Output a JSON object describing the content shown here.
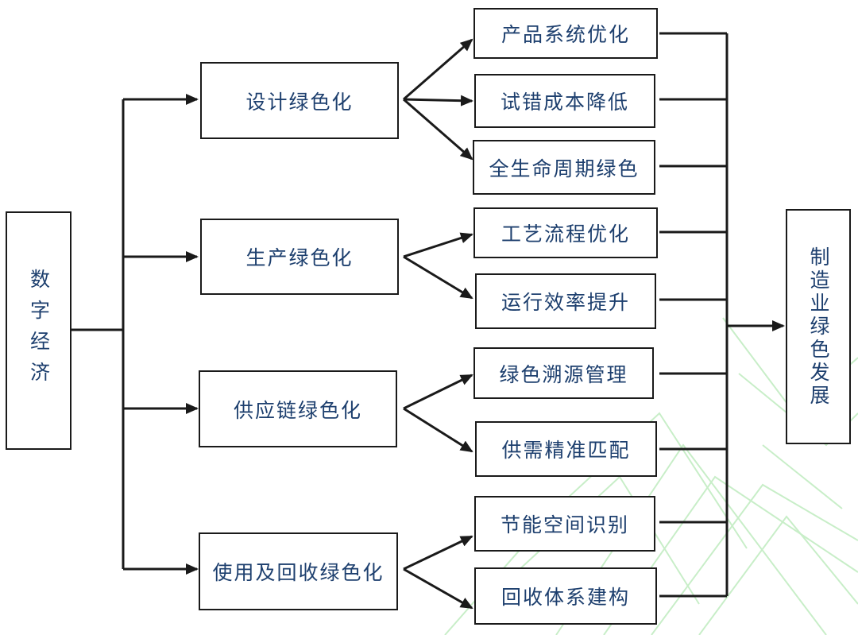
{
  "diagram": {
    "source": "数字经济",
    "target": "制造业绿色发展",
    "stages": [
      {
        "label": "设计绿色化",
        "outcomes": [
          "产品系统优化",
          "试错成本降低",
          "全生命周期绿色"
        ]
      },
      {
        "label": "生产绿色化",
        "outcomes": [
          "工艺流程优化",
          "运行效率提升"
        ]
      },
      {
        "label": "供应链绿色化",
        "outcomes": [
          "绿色溯源管理",
          "供需精准匹配"
        ]
      },
      {
        "label": "使用及回收绿色化",
        "outcomes": [
          "节能空间识别",
          "回收体系建构"
        ]
      }
    ]
  },
  "colors": {
    "text": "#1d3f6e",
    "line": "#1a1a1a",
    "watermark": "#c8eec8"
  }
}
